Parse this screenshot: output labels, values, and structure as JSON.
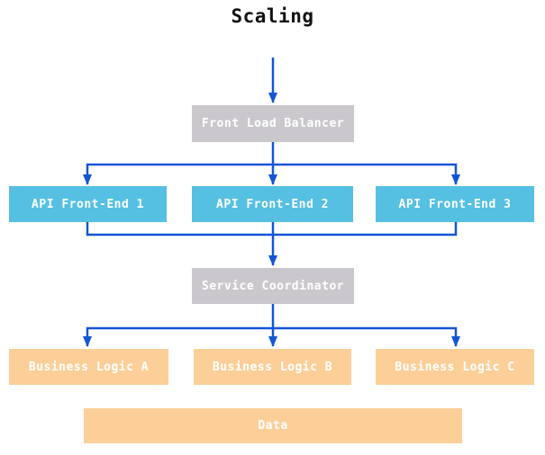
{
  "title": "Scaling",
  "colors": {
    "arrow": "#1256d6",
    "gray_node": "#cbc8cd",
    "blue_node": "#55c0e2",
    "orange_node": "#fccf99",
    "node_text": "#ffffff",
    "title_text": "#111111",
    "background": "#ffffff"
  },
  "nodes": {
    "front_load_balancer": {
      "label": "Front Load Balancer"
    },
    "api_front_end_1": {
      "label": "API Front-End 1"
    },
    "api_front_end_2": {
      "label": "API Front-End 2"
    },
    "api_front_end_3": {
      "label": "API Front-End 3"
    },
    "service_coordinator": {
      "label": "Service Coordinator"
    },
    "business_logic_a": {
      "label": "Business Logic A"
    },
    "business_logic_b": {
      "label": "Business Logic B"
    },
    "business_logic_c": {
      "label": "Business Logic C"
    },
    "data": {
      "label": "Data"
    }
  },
  "edges": [
    "start -> front_load_balancer",
    "front_load_balancer -> api_front_end_1",
    "front_load_balancer -> api_front_end_2",
    "front_load_balancer -> api_front_end_3",
    "api_front_end_1 -> service_coordinator",
    "api_front_end_2 -> service_coordinator",
    "api_front_end_3 -> service_coordinator",
    "service_coordinator -> business_logic_a",
    "service_coordinator -> business_logic_b",
    "service_coordinator -> business_logic_c"
  ]
}
